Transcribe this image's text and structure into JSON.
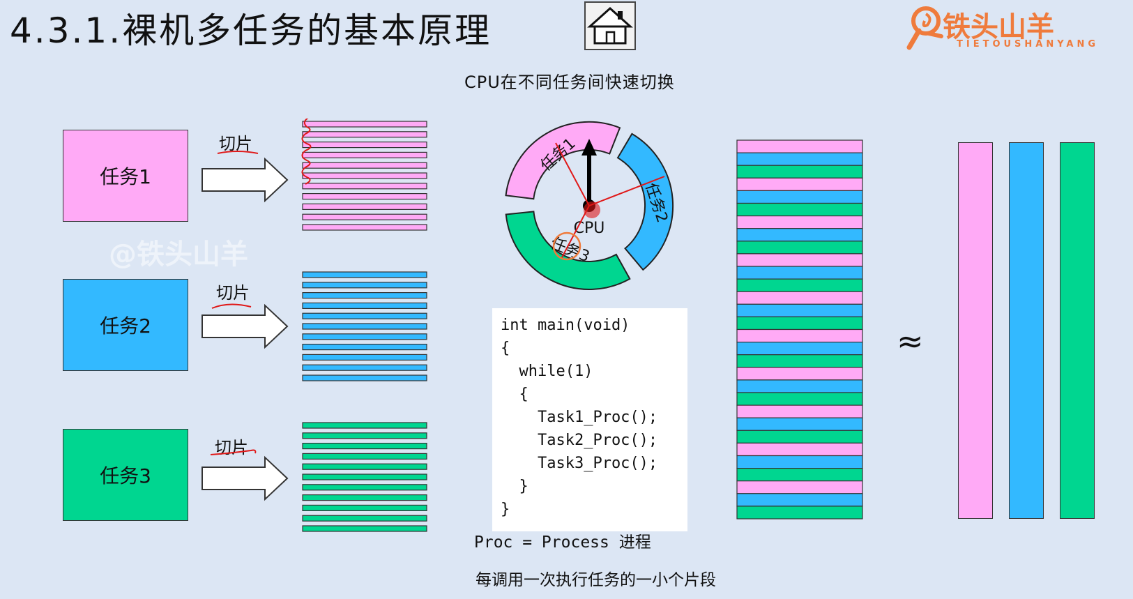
{
  "title": "4.3.1.裸机多任务的基本原理",
  "logo": {
    "main": "铁头山羊",
    "sub": "TIETOUSHANYANG"
  },
  "watermark": "@铁头山羊",
  "subtitle": "CPU在不同任务间快速切换",
  "tasks": [
    {
      "label": "任务1",
      "slice_label": "切片",
      "color": "#ffaaf6"
    },
    {
      "label": "任务2",
      "slice_label": "切片",
      "color": "#33b9ff"
    },
    {
      "label": "任务3",
      "slice_label": "切片",
      "color": "#00d690"
    }
  ],
  "wheel": {
    "center_label": "CPU",
    "segments": [
      {
        "label": "任务1"
      },
      {
        "label": "任务2"
      },
      {
        "label": "任务3"
      }
    ]
  },
  "code": "int main(void)\n{\n  while(1)\n  {\n    Task1_Proc();\n    Task2_Proc();\n    Task3_Proc();\n  }\n}",
  "notes": {
    "proc": "Proc = Process 进程",
    "call": "每调用一次执行任务的一小个片段"
  },
  "approx_symbol": "≈",
  "colors": {
    "task1": "#ffaaf6",
    "task2": "#33b9ff",
    "task3": "#00d690",
    "annotation": "#e01818",
    "logo": "#ef7b3c"
  }
}
